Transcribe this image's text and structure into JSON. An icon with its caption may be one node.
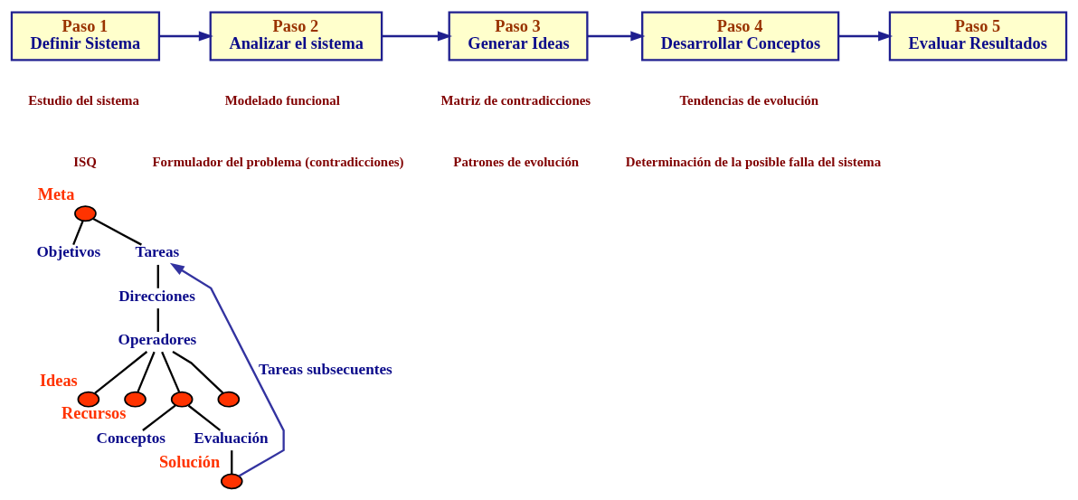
{
  "diagram": {
    "nodes": [
      {
        "text": [
          "Paso 1",
          "Definir Sistema"
        ]
      },
      {
        "text": [
          "Paso 2",
          "Analizar el sistema"
        ]
      },
      {
        "text": [
          "Paso 3",
          "Generar Ideas"
        ]
      },
      {
        "text": [
          "Paso 4",
          "Desarrollar Conceptos"
        ]
      },
      {
        "text": [
          "Paso 5",
          "Evaluar Resultados"
        ]
      },
      {
        "text": [],
        "shape": "circle",
        "beside": [
          "Meta"
        ]
      },
      {
        "text": [
          "Objetivos"
        ]
      },
      {
        "text": [
          "Tareas"
        ]
      },
      {
        "text": [
          "Direcciones"
        ]
      },
      {
        "text": [
          "Operadores"
        ]
      },
      {
        "text": [],
        "shape": "circle",
        "beside": [
          "Ideas"
        ]
      },
      {
        "text": [],
        "shape": "circle",
        "beside": [
          "Recursos"
        ]
      },
      {
        "text": [],
        "shape": "circle"
      },
      {
        "text": [],
        "shape": "circle"
      },
      {
        "text": [
          "Conceptos"
        ]
      },
      {
        "text": [
          "Evaluación"
        ]
      },
      {
        "text": [],
        "shape": "circle",
        "beside": [
          "Solución"
        ]
      }
    ],
    "edges": [
      {
        "from": 0,
        "to": 1,
        "arrow": "to",
        "color": "#1f1f8f"
      },
      {
        "from": 1,
        "to": 2,
        "arrow": "to",
        "color": "#1f1f8f"
      },
      {
        "from": 2,
        "to": 3,
        "arrow": "to",
        "color": "#1f1f8f"
      },
      {
        "from": 3,
        "to": 4,
        "arrow": "to",
        "color": "#1f1f8f"
      },
      {
        "from": 5,
        "to": 6,
        "arrow": "none"
      },
      {
        "from": 5,
        "to": 7,
        "arrow": "none"
      },
      {
        "from": 7,
        "to": 8,
        "arrow": "none"
      },
      {
        "from": 8,
        "to": 9,
        "arrow": "none"
      },
      {
        "from": 9,
        "to": 10,
        "arrow": "none"
      },
      {
        "from": 9,
        "to": 11,
        "arrow": "none"
      },
      {
        "from": 9,
        "to": 12,
        "arrow": "none"
      },
      {
        "from": 9,
        "to": 13,
        "arrow": "none"
      },
      {
        "from": 12,
        "to": 14,
        "arrow": "none"
      },
      {
        "from": 12,
        "to": 15,
        "arrow": "none"
      },
      {
        "from": 15,
        "to": 16,
        "arrow": "none"
      },
      {
        "from": 16,
        "to": 7,
        "arrow": "to",
        "label": "Tareas subsecuentes",
        "color": "#3333a0"
      }
    ],
    "labels": [
      "Estudio del sistema",
      "ISQ",
      "Modelado funcional",
      "Formulador del problema (contradicciones)",
      "Matriz de contradicciones",
      "Patrones de evolución",
      "Tendencias de evolución",
      "Determinación de la posible falla del sistema"
    ]
  }
}
